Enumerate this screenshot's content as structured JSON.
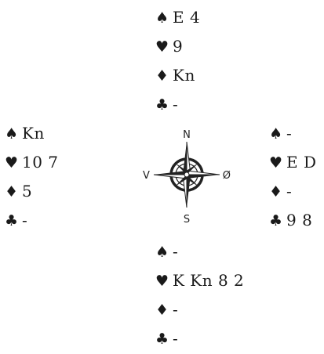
{
  "hands": {
    "north": {
      "spades": "E 4",
      "hearts": "9",
      "diamonds": "Kn",
      "clubs": "-"
    },
    "west": {
      "spades": "Kn",
      "hearts": "10 7",
      "diamonds": "5",
      "clubs": "-"
    },
    "east": {
      "spades": "-",
      "hearts": "E D",
      "diamonds": "-",
      "clubs": "9 8"
    },
    "south": {
      "spades": "-",
      "hearts": "K Kn 8 2",
      "diamonds": "-",
      "clubs": "-"
    }
  },
  "suit_symbols": {
    "spades": "♠",
    "hearts": "♥",
    "diamonds": "♦",
    "clubs": "♣"
  },
  "compass": {
    "north": "N",
    "south": "S",
    "east": "Ø",
    "west": "V"
  }
}
